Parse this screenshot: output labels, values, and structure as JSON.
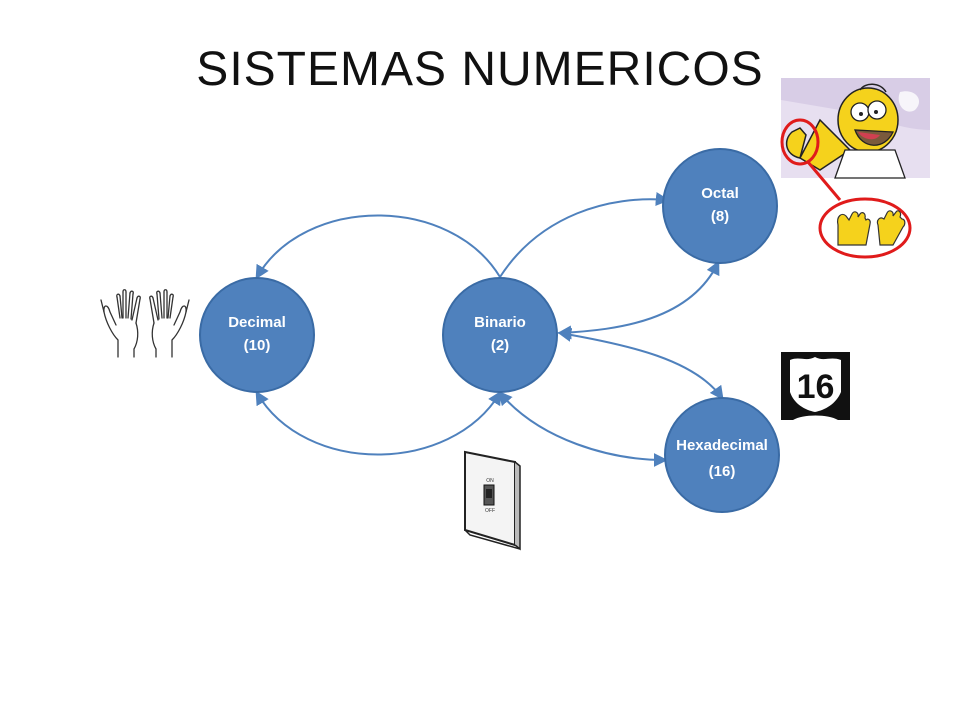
{
  "title": "SISTEMAS NUMERICOS",
  "colors": {
    "node_fill": "#4f81bd",
    "node_stroke": "#3a6ba5",
    "arrow": "#4f81bd",
    "callout_red": "#e01b1b",
    "sign_black": "#111111",
    "homer_yellow": "#f5d21c"
  },
  "nodes": {
    "decimal": {
      "name": "Decimal",
      "base": "(10)"
    },
    "binario": {
      "name": "Binario",
      "base": "(2)"
    },
    "octal": {
      "name": "Octal",
      "base": "(8)"
    },
    "hexadecimal": {
      "name": "Hexadecimal",
      "base": "(16)"
    }
  },
  "images": {
    "hands": "hands-illustration",
    "switch": "light-switch-illustration",
    "homer": "homer-four-fingers-illustration",
    "route_sign": {
      "name": "route-shield-sign",
      "number": "16"
    },
    "switch_on": "ON",
    "switch_off": "OFF"
  }
}
